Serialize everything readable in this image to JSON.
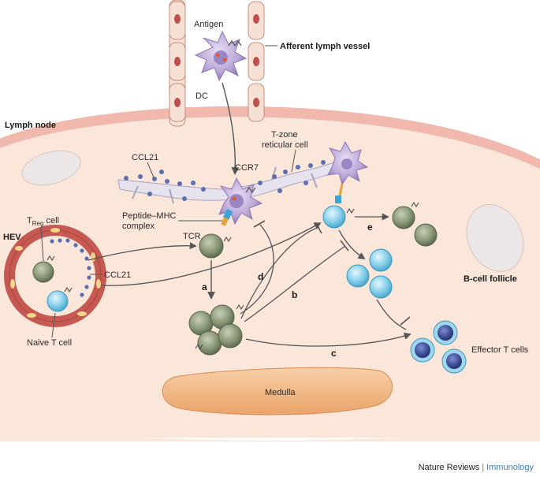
{
  "labels": {
    "antigen": "Antigen",
    "afferent": "Afferent lymph vessel",
    "dc": "DC",
    "lymph_node": "Lymph node",
    "ccl21_top": "CCL21",
    "ccr7": "CCR7",
    "tzone_line1": "T-zone",
    "tzone_line2": "reticular cell",
    "peptide_line1": "Peptide–MHC",
    "peptide_line2": "complex",
    "treg_main": "T",
    "treg_sub": "Reg",
    "treg_rest": " cell",
    "hev": "HEV",
    "tcr": "TCR",
    "ccl21_hev": "CCL21",
    "naive": "Naive T cell",
    "bcell": "B-cell follicle",
    "effector": "Effector T cells",
    "medulla": "Medulla",
    "step_a": "a",
    "step_b": "b",
    "step_c": "c",
    "step_d": "d",
    "step_e": "e"
  },
  "credit": {
    "publisher": "Nature Reviews",
    "separator": "|",
    "journal": "Immunology"
  },
  "colors": {
    "node_fill": "#fbe6da",
    "node_edge": "#d98a80",
    "reticular": "#e6e3ee",
    "dc": "#b9a6d6",
    "tcell_green": "#8c9a78",
    "tcell_blue": "#7ccbe6",
    "effector_dark": "#3a4a92",
    "hev": "#c65a52",
    "medulla": "#f3b684",
    "arrow": "#555555"
  }
}
